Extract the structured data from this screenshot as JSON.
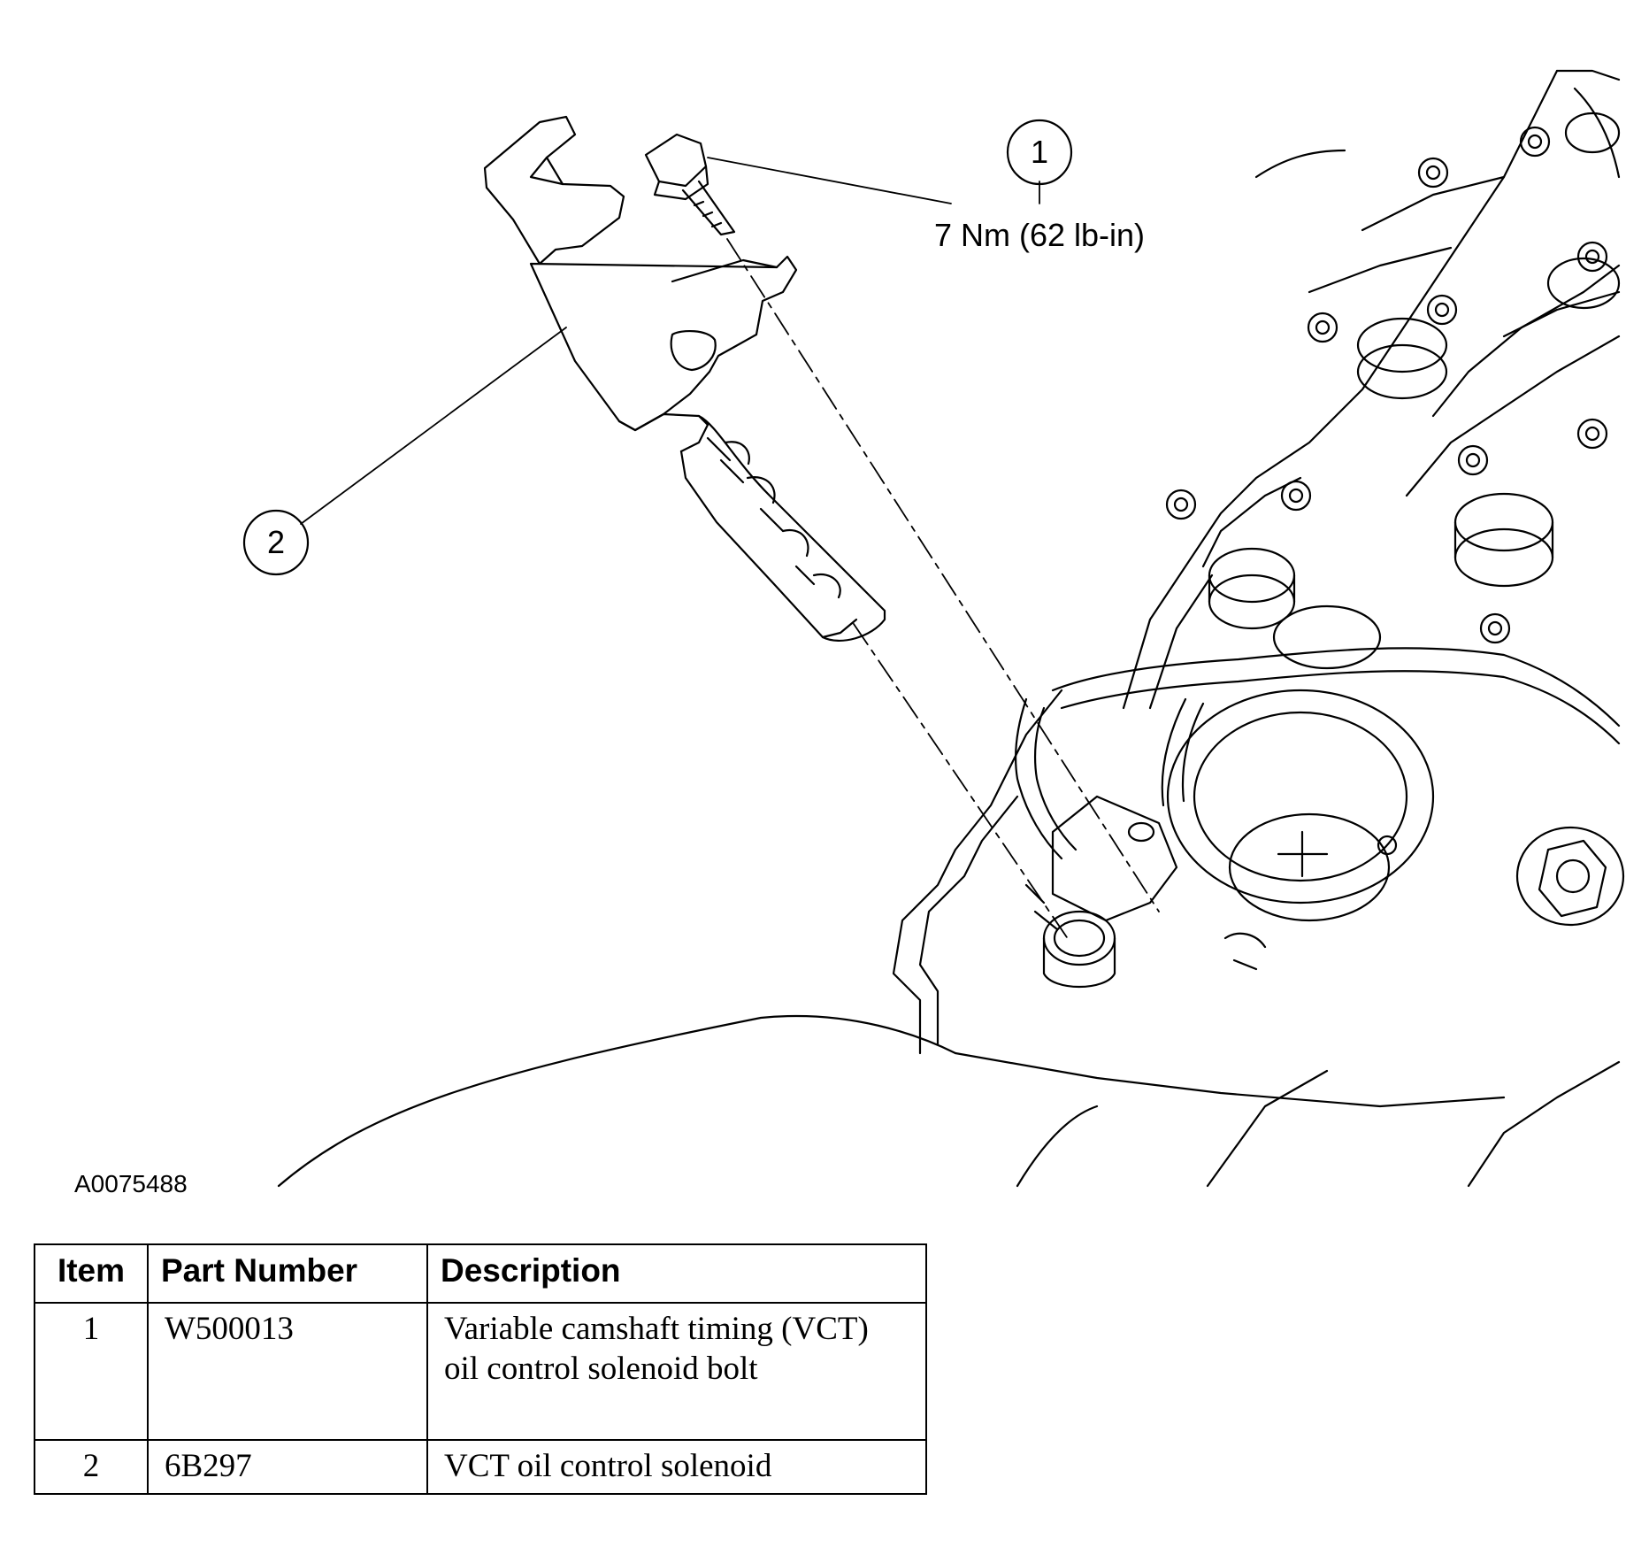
{
  "callouts": [
    {
      "number": "1",
      "label": "7 Nm (62 lb-in)"
    },
    {
      "number": "2"
    }
  ],
  "figure_id": "A0075488",
  "parts_table": {
    "headers": [
      "Item",
      "Part Number",
      "Description"
    ],
    "rows": [
      {
        "item": "1",
        "part_number": "W500013",
        "description": "Variable camshaft timing (VCT) oil control solenoid bolt"
      },
      {
        "item": "2",
        "part_number": "6B297",
        "description": "VCT oil control solenoid"
      }
    ]
  }
}
